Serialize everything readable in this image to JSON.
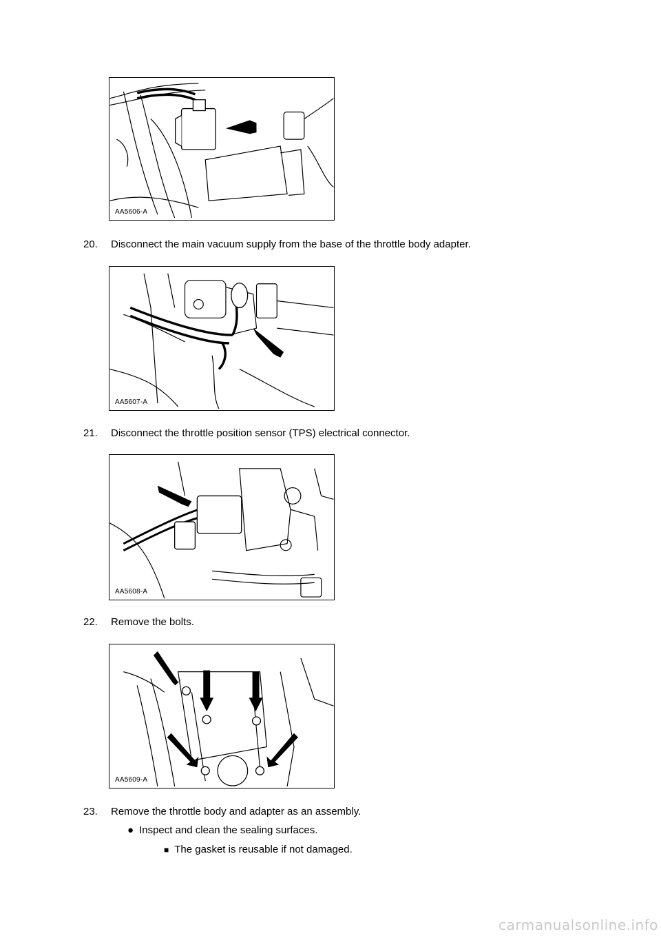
{
  "figures": [
    {
      "id": "AA5606-A",
      "alt": "connector"
    },
    {
      "id": "AA5607-A",
      "alt": "vacuum supply"
    },
    {
      "id": "AA5608-A",
      "alt": "TPS connector"
    },
    {
      "id": "AA5609-A",
      "alt": "bolts"
    }
  ],
  "steps": [
    {
      "number": "20.",
      "text": "Disconnect the main vacuum supply from the base of the throttle body adapter."
    },
    {
      "number": "21.",
      "text": "Disconnect the throttle position sensor (TPS) electrical connector."
    },
    {
      "number": "22.",
      "text": "Remove the bolts."
    },
    {
      "number": "23.",
      "text": "Remove the throttle body and adapter as an assembly."
    }
  ],
  "sub_bullets": [
    {
      "mark": "●",
      "text": "Inspect and clean the sealing surfaces."
    },
    {
      "mark": "■",
      "text": "The gasket is reusable if not damaged."
    }
  ],
  "footer": {
    "text": "carmanualsonline.info"
  }
}
